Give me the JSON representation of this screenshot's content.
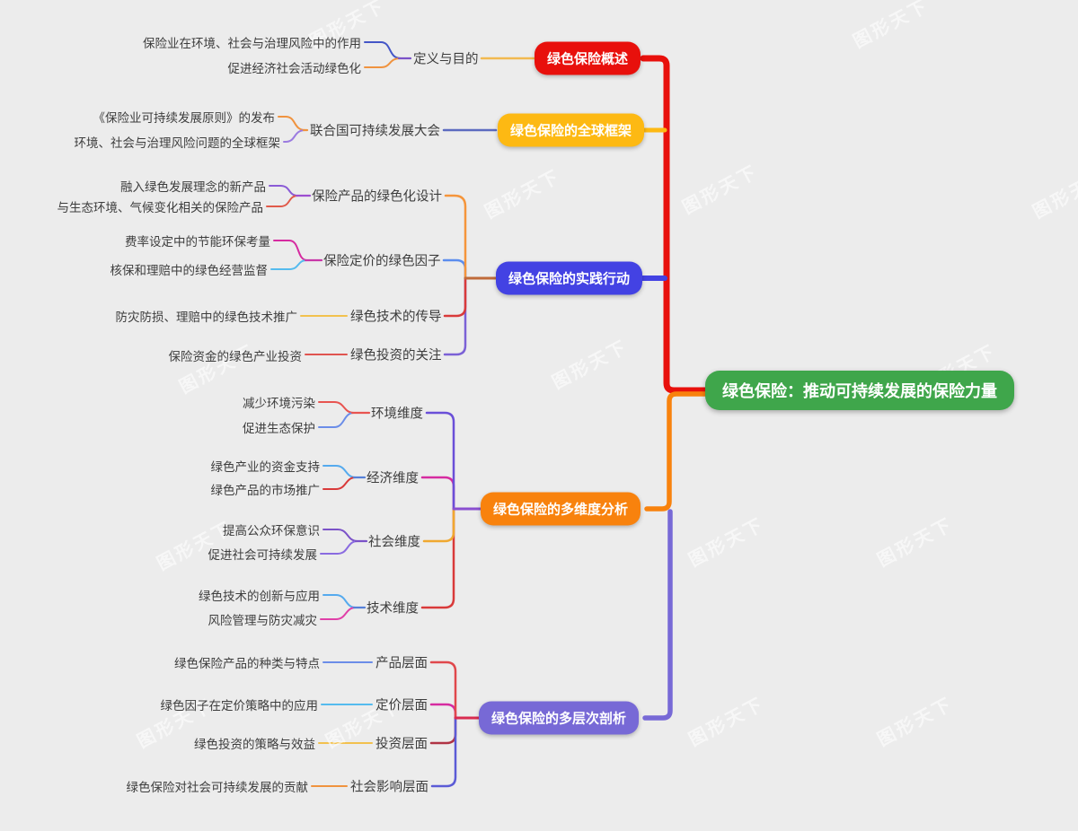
{
  "canvas": {
    "background": "#ececec",
    "watermark_text": "图形天下"
  },
  "root": {
    "label": "绿色保险：推动可持续发展的保险力量",
    "color": "#3fa64b"
  },
  "branches": [
    {
      "label": "绿色保险概述",
      "color": "#e8100c",
      "children": [
        {
          "label": "定义与目的",
          "leaves": [
            "保险业在环境、社会与治理风险中的作用",
            "促进经济社会活动绿色化"
          ]
        }
      ]
    },
    {
      "label": "绿色保险的全球框架",
      "color": "#fdb913",
      "children": [
        {
          "label": "联合国可持续发展大会",
          "leaves": [
            "《保险业可持续发展原则》的发布",
            "环境、社会与治理风险问题的全球框架"
          ]
        }
      ]
    },
    {
      "label": "绿色保险的实践行动",
      "color": "#4342e3",
      "children": [
        {
          "label": "保险产品的绿色化设计",
          "leaves": [
            "融入绿色发展理念的新产品",
            "与生态环境、气候变化相关的保险产品"
          ]
        },
        {
          "label": "保险定价的绿色因子",
          "leaves": [
            "费率设定中的节能环保考量",
            "核保和理赔中的绿色经营监督"
          ]
        },
        {
          "label": "绿色技术的传导",
          "leaves": [
            "防灾防损、理赔中的绿色技术推广"
          ]
        },
        {
          "label": "绿色投资的关注",
          "leaves": [
            "保险资金的绿色产业投资"
          ]
        }
      ]
    },
    {
      "label": "绿色保险的多维度分析",
      "color": "#f8820d",
      "children": [
        {
          "label": "环境维度",
          "leaves": [
            "减少环境污染",
            "促进生态保护"
          ]
        },
        {
          "label": "经济维度",
          "leaves": [
            "绿色产业的资金支持",
            "绿色产品的市场推广"
          ]
        },
        {
          "label": "社会维度",
          "leaves": [
            "提高公众环保意识",
            "促进社会可持续发展"
          ]
        },
        {
          "label": "技术维度",
          "leaves": [
            "绿色技术的创新与应用",
            "风险管理与防灾减灾"
          ]
        }
      ]
    },
    {
      "label": "绿色保险的多层次剖析",
      "color": "#7769d6",
      "children": [
        {
          "label": "产品层面",
          "leaves": [
            "绿色保险产品的种类与特点"
          ]
        },
        {
          "label": "定价层面",
          "leaves": [
            "绿色因子在定价策略中的应用"
          ]
        },
        {
          "label": "投资层面",
          "leaves": [
            "绿色投资的策略与效益"
          ]
        },
        {
          "label": "社会影响层面",
          "leaves": [
            "绿色保险对社会可持续发展的贡献"
          ]
        }
      ]
    }
  ],
  "line_colors": {
    "trunk_red": "#e8100c",
    "trunk_orange": "#f8820d",
    "trunk_purple": "#7769d6",
    "junction_branch3": "#bf6b3a",
    "junction_branch4": "#8a4fd0",
    "junction_branch5": "#d92c50",
    "palette": [
      "#4456c7",
      "#f0933f",
      "#7b52c8",
      "#f2b950",
      "#9b7be0",
      "#5c6bc0",
      "#8a5bd6",
      "#e05a4a",
      "#9c4dd0",
      "#f5953b",
      "#d62ba0",
      "#55bbee",
      "#c837a8",
      "#5b8dee",
      "#f2c14e",
      "#d93a3a",
      "#e05450",
      "#7b61d6",
      "#e85450",
      "#6b8de8",
      "#6a4fd8",
      "#55aaee",
      "#5580d8",
      "#f0a830",
      "#e040a8",
      "#e0484c",
      "#b03344",
      "#5b5bd6"
    ]
  }
}
